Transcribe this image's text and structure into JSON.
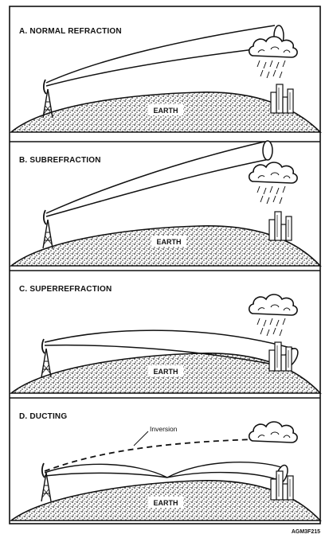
{
  "panels": [
    {
      "title": "A. NORMAL REFRACTION",
      "earth_label": "EARTH"
    },
    {
      "title": "B. SUBREFRACTION",
      "earth_label": "EARTH"
    },
    {
      "title": "C. SUPERREFRACTION",
      "earth_label": "EARTH"
    },
    {
      "title": "D. DUCTING",
      "earth_label": "EARTH",
      "inversion_label": "Inversion"
    }
  ],
  "figure_code": "AGM3F215",
  "colors": {
    "ink": "#111111",
    "paper": "#ffffff"
  }
}
